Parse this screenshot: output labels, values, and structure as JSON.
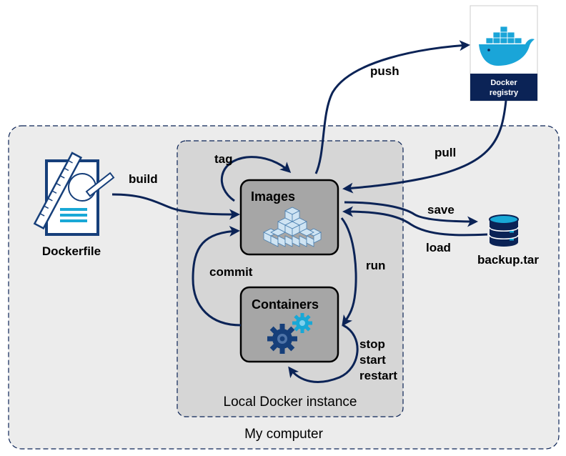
{
  "regions": {
    "my_computer": "My computer",
    "local_instance": "Local Docker instance"
  },
  "nodes": {
    "dockerfile": "Dockerfile",
    "images": "Images",
    "containers": "Containers",
    "registry_line1": "Docker",
    "registry_line2": "registry",
    "backup": "backup.tar"
  },
  "edges": {
    "build": "build",
    "tag": "tag",
    "push": "push",
    "pull": "pull",
    "save": "save",
    "load": "load",
    "run": "run",
    "commit": "commit",
    "stop": "stop",
    "start": "start",
    "restart": "restart"
  },
  "colors": {
    "arrow": "#0b2356",
    "registry_bg": "#0b2356",
    "whale": "#1aa5d8",
    "outer_region": "#ececec",
    "inner_region": "#d6d6d6",
    "node_box": "#a6a6a6",
    "gear_dark": "#163f7a",
    "gear_light": "#19a8d6"
  }
}
